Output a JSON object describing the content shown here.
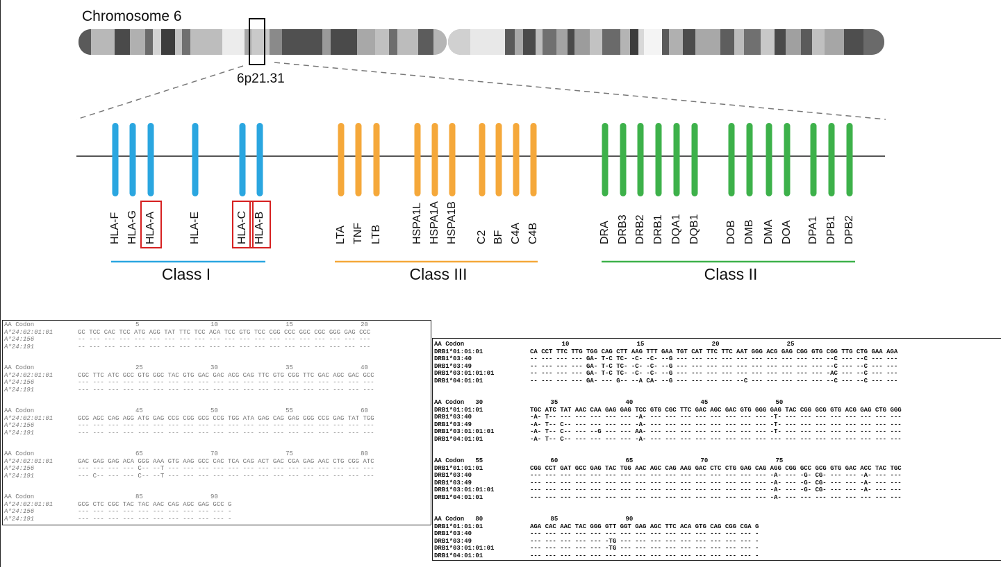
{
  "chromosome": {
    "title": "Chromosome 6",
    "band_label": "6p21.31"
  },
  "classes": [
    {
      "name": "Class I",
      "color": "#2aa6e0",
      "genes": [
        "HLA-F",
        "HLA-G",
        "HLA-A",
        "HLA-E",
        "HLA-C",
        "HLA-B"
      ],
      "highlighted": [
        "HLA-A",
        "HLA-C",
        "HLA-B"
      ]
    },
    {
      "name": "Class III",
      "color": "#f5a83a",
      "genes": [
        "LTA",
        "TNF",
        "LTB",
        "HSPA1L",
        "HSPA1A",
        "HSPA1B",
        "C2",
        "BF",
        "C4A",
        "C4B"
      ],
      "highlighted": []
    },
    {
      "name": "Class II",
      "color": "#3db14a",
      "genes": [
        "DRA",
        "DRB3",
        "DRB2",
        "DRB1",
        "DQA1",
        "DQB1",
        "DOB",
        "DMB",
        "DMA",
        "DOA",
        "DPA1",
        "DPB1",
        "DPB2"
      ],
      "highlighted": []
    }
  ],
  "highlight_color": "#d62020",
  "alignment_left": {
    "blocks": [
      {
        "header": "AA Codon                           5                   10                  15                  20",
        "rows": [
          {
            "name": "A*24:02:01:01",
            "seq": "GC TCC CAC TCC ATG AGG TAT TTC TCC ACA TCC GTG TCC CGG CCC GGC CGC GGG GAG CCC"
          },
          {
            "name": "A*24:156",
            "seq": "-- --- --- --- --- --- --- --- --- --- --- --- --- --- --- --- --- --- --- ---"
          },
          {
            "name": "A*24:191",
            "seq": "-- --- --- --- --- --- --- --- --- --- --- --- --- --- --- --- --- --- --- ---"
          }
        ]
      },
      {
        "header": "AA Codon                           25                  30                  35                  40",
        "rows": [
          {
            "name": "A*24:02:01:01",
            "seq": "CGC TTC ATC GCC GTG GGC TAC GTG GAC GAC ACG CAG TTC GTG CGG TTC GAC AGC GAC GCC"
          },
          {
            "name": "A*24:156",
            "seq": "--- --- --- --- --- --- --- --- --- --- --- --- --- --- --- --- --- --- --- ---"
          },
          {
            "name": "A*24:191",
            "seq": "--- --- --- --- --- --- --- --- --- --- --- --- --- --- --- --- --- --- --- ---"
          }
        ]
      },
      {
        "header": "AA Codon                           45                  50                  55                  60",
        "rows": [
          {
            "name": "A*24:02:01:01",
            "seq": "GCG AGC CAG AGG ATG GAG CCG CGG GCG CCG TGG ATA GAG CAG GAG GGG CCG GAG TAT TGG"
          },
          {
            "name": "A*24:156",
            "seq": "--- --- --- --- --- --- --- --- --- --- --- --- --- --- --- --- --- --- --- ---"
          },
          {
            "name": "A*24:191",
            "seq": "--- --- --- --- --- --- --- --- --- --- --- --- --- --- --- --- --- --- --- ---"
          }
        ]
      },
      {
        "header": "AA Codon                           65                  70                  75                  80",
        "rows": [
          {
            "name": "A*24:02:01:01",
            "seq": "GAC GAG GAG ACA GGG AAA GTG AAG GCC CAC TCA CAG ACT GAC CGA GAG AAC CTG CGG ATC"
          },
          {
            "name": "A*24:156",
            "seq": "--- --- --- --- C-- --T --- --- --- --- --- --- --- --- --- --- --- --- --- ---"
          },
          {
            "name": "A*24:191",
            "seq": "--- C-- --- --- C-- --T --- --- --- --- --- --- --- --- --- --- --- --- --- ---"
          }
        ]
      },
      {
        "header": "AA Codon                           85                  90",
        "rows": [
          {
            "name": "A*24:02:01:01",
            "seq": "GCG CTC CGC TAC TAC AAC CAG AGC GAG GCC G"
          },
          {
            "name": "A*24:156",
            "seq": "--- --- --- --- --- --- --- --- --- --- -"
          },
          {
            "name": "A*24:191",
            "seq": "--- --- --- --- --- --- --- --- --- --- -"
          }
        ]
      }
    ]
  },
  "alignment_right": {
    "blocks": [
      {
        "header": "AA Codon                          10                  15                  20                  25",
        "rows": [
          {
            "name": "DRB1*01:01:01",
            "seq": "CA CCT TTC TTG TGG CAG CTT AAG TTT GAA TGT CAT TTC TTC AAT GGG ACG GAG CGG GTG CGG TTG CTG GAA AGA"
          },
          {
            "name": "DRB1*03:40",
            "seq": "-- --- --- --- GA- T-C TC- -C- -C- --G --- --- --- --- --- --- --- --- --- --- --C --- --C --- ---"
          },
          {
            "name": "DRB1*03:49",
            "seq": "-- --- --- --- GA- T-C TC- -C- -C- --G --- --- --- --- --- --- --- --- --- --- --C --- --C --- ---"
          },
          {
            "name": "DRB1*03:01:01:01",
            "seq": "-- --- --- --- GA- T-C TC- -C- -C- --G --- --- --- --- --- --- --- --- --- --- -AC --- --C --- ---"
          },
          {
            "name": "DRB1*04:01:01",
            "seq": "-- --- --- --- GA- --- G-- --A CA- --G --- --- --- --- --C --- --- --- --- --- --C --- --C --- ---"
          }
        ]
      },
      {
        "header": "AA Codon   30                  35                  40                  45                  50",
        "rows": [
          {
            "name": "DRB1*01:01:01",
            "seq": "TGC ATC TAT AAC CAA GAG GAG TCC GTG CGC TTC GAC AGC GAC GTG GGG GAG TAC CGG GCG GTG ACG GAG CTG GGG"
          },
          {
            "name": "DRB1*03:40",
            "seq": "-A- T-- --- --- --- --- --- -A- --- --- --- --- --- --- --- --- -T- --- --- --- --- --- --- --- ---"
          },
          {
            "name": "DRB1*03:49",
            "seq": "-A- T-- C-- --- --- --- --- -A- --- --- --- --- --- --- --- --- -T- --- --- --- --- --- --- --- ---"
          },
          {
            "name": "DRB1*03:01:01:01",
            "seq": "-A- T-- C-- --- --G --- --- AA- --- --- --- --- --- --- --- --- -T- --- --- --- --- --- --- --- ---"
          },
          {
            "name": "DRB1*04:01:01",
            "seq": "-A- T-- C-- --- --- --- --- -A- --- --- --- --- --- --- --- --- --- --- --- --- --- --- --- --- ---"
          }
        ]
      },
      {
        "header": "AA Codon   55                  60                  65                  70                  75",
        "rows": [
          {
            "name": "DRB1*01:01:01",
            "seq": "CGG CCT GAT GCC GAG TAC TGG AAC AGC CAG AAG GAC CTC CTG GAG CAG AGG CGG GCC GCG GTG GAC ACC TAC TGC"
          },
          {
            "name": "DRB1*03:40",
            "seq": "--- --- --- --- --- --- --- --- --- --- --- --- --- --- --- --- -A- --- -G- CG- --- --- -A- --- ---"
          },
          {
            "name": "DRB1*03:49",
            "seq": "--- --- --- --- --- --- --- --- --- --- --- --- --- --- --- --- -A- --- -G- CG- --- --- -A- --- ---"
          },
          {
            "name": "DRB1*03:01:01:01",
            "seq": "--- --- --- --- --- --- --- --- --- --- --- --- --- --- --- --- -A- --- -G- CG- --- --- -A- --- ---"
          },
          {
            "name": "DRB1*04:01:01",
            "seq": "--- --- --- --- --- --- --- --- --- --- --- --- --- --- --- --- -A- --- --- --- --- --- --- --- ---"
          }
        ]
      },
      {
        "header": "AA Codon   80                  85                  90",
        "rows": [
          {
            "name": "DRB1*01:01:01",
            "seq": "AGA CAC AAC TAC GGG GTT GGT GAG AGC TTC ACA GTG CAG CGG CGA G"
          },
          {
            "name": "DRB1*03:40",
            "seq": "--- --- --- --- --- --- --- --- --- --- --- --- --- --- --- -"
          },
          {
            "name": "DRB1*03:49",
            "seq": "--- --- --- --- --- -TG --- --- --- --- --- --- --- --- --- -"
          },
          {
            "name": "DRB1*03:01:01:01",
            "seq": "--- --- --- --- --- -TG --- --- --- --- --- --- --- --- --- -"
          },
          {
            "name": "DRB1*04:01:01",
            "seq": "--- --- --- --- --- --- --- --- --- --- --- --- --- --- --- -"
          }
        ]
      }
    ]
  }
}
